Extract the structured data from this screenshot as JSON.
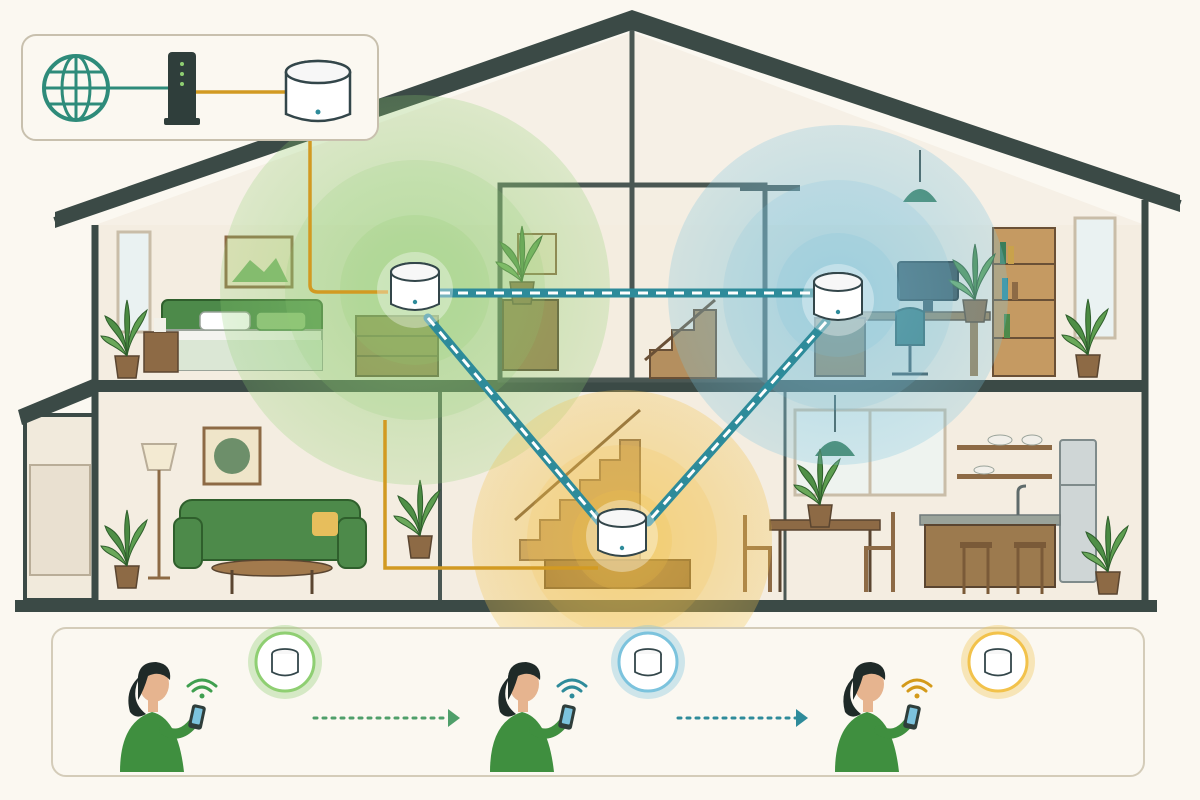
{
  "colors": {
    "background": "#fbf8f1",
    "house_outline": "#3b4a46",
    "wall_upper": "#f3ece0",
    "wall_lower": "#f6efe4",
    "green_zone": "#8fcf72",
    "blue_zone": "#7cc3dd",
    "yellow_zone": "#f2c24b",
    "ethernet": "#d29a22",
    "backhaul": "#2e8b9a",
    "plant": "#4f8f47",
    "sofa": "#4d8a4a",
    "wood": "#8d6a45",
    "person_shirt": "#3f8f3f",
    "globe": "#2e8b7a"
  },
  "icons": {
    "internet": "globe-icon",
    "modem": "modem-icon",
    "main_router": "mesh-router-icon",
    "wifi": "wifi-icon",
    "phone": "phone-icon",
    "arrow": "arrow-right-icon"
  },
  "nodes": [
    {
      "id": "upstairs-left",
      "zone": "green",
      "wired": true
    },
    {
      "id": "upstairs-right",
      "zone": "blue",
      "wired": false
    },
    {
      "id": "downstairs-center",
      "zone": "yellow",
      "wired": true
    }
  ],
  "roaming_steps": [
    {
      "zone": "green",
      "signal": "green"
    },
    {
      "zone": "blue",
      "signal": "blue"
    },
    {
      "zone": "yellow",
      "signal": "yellow"
    }
  ]
}
